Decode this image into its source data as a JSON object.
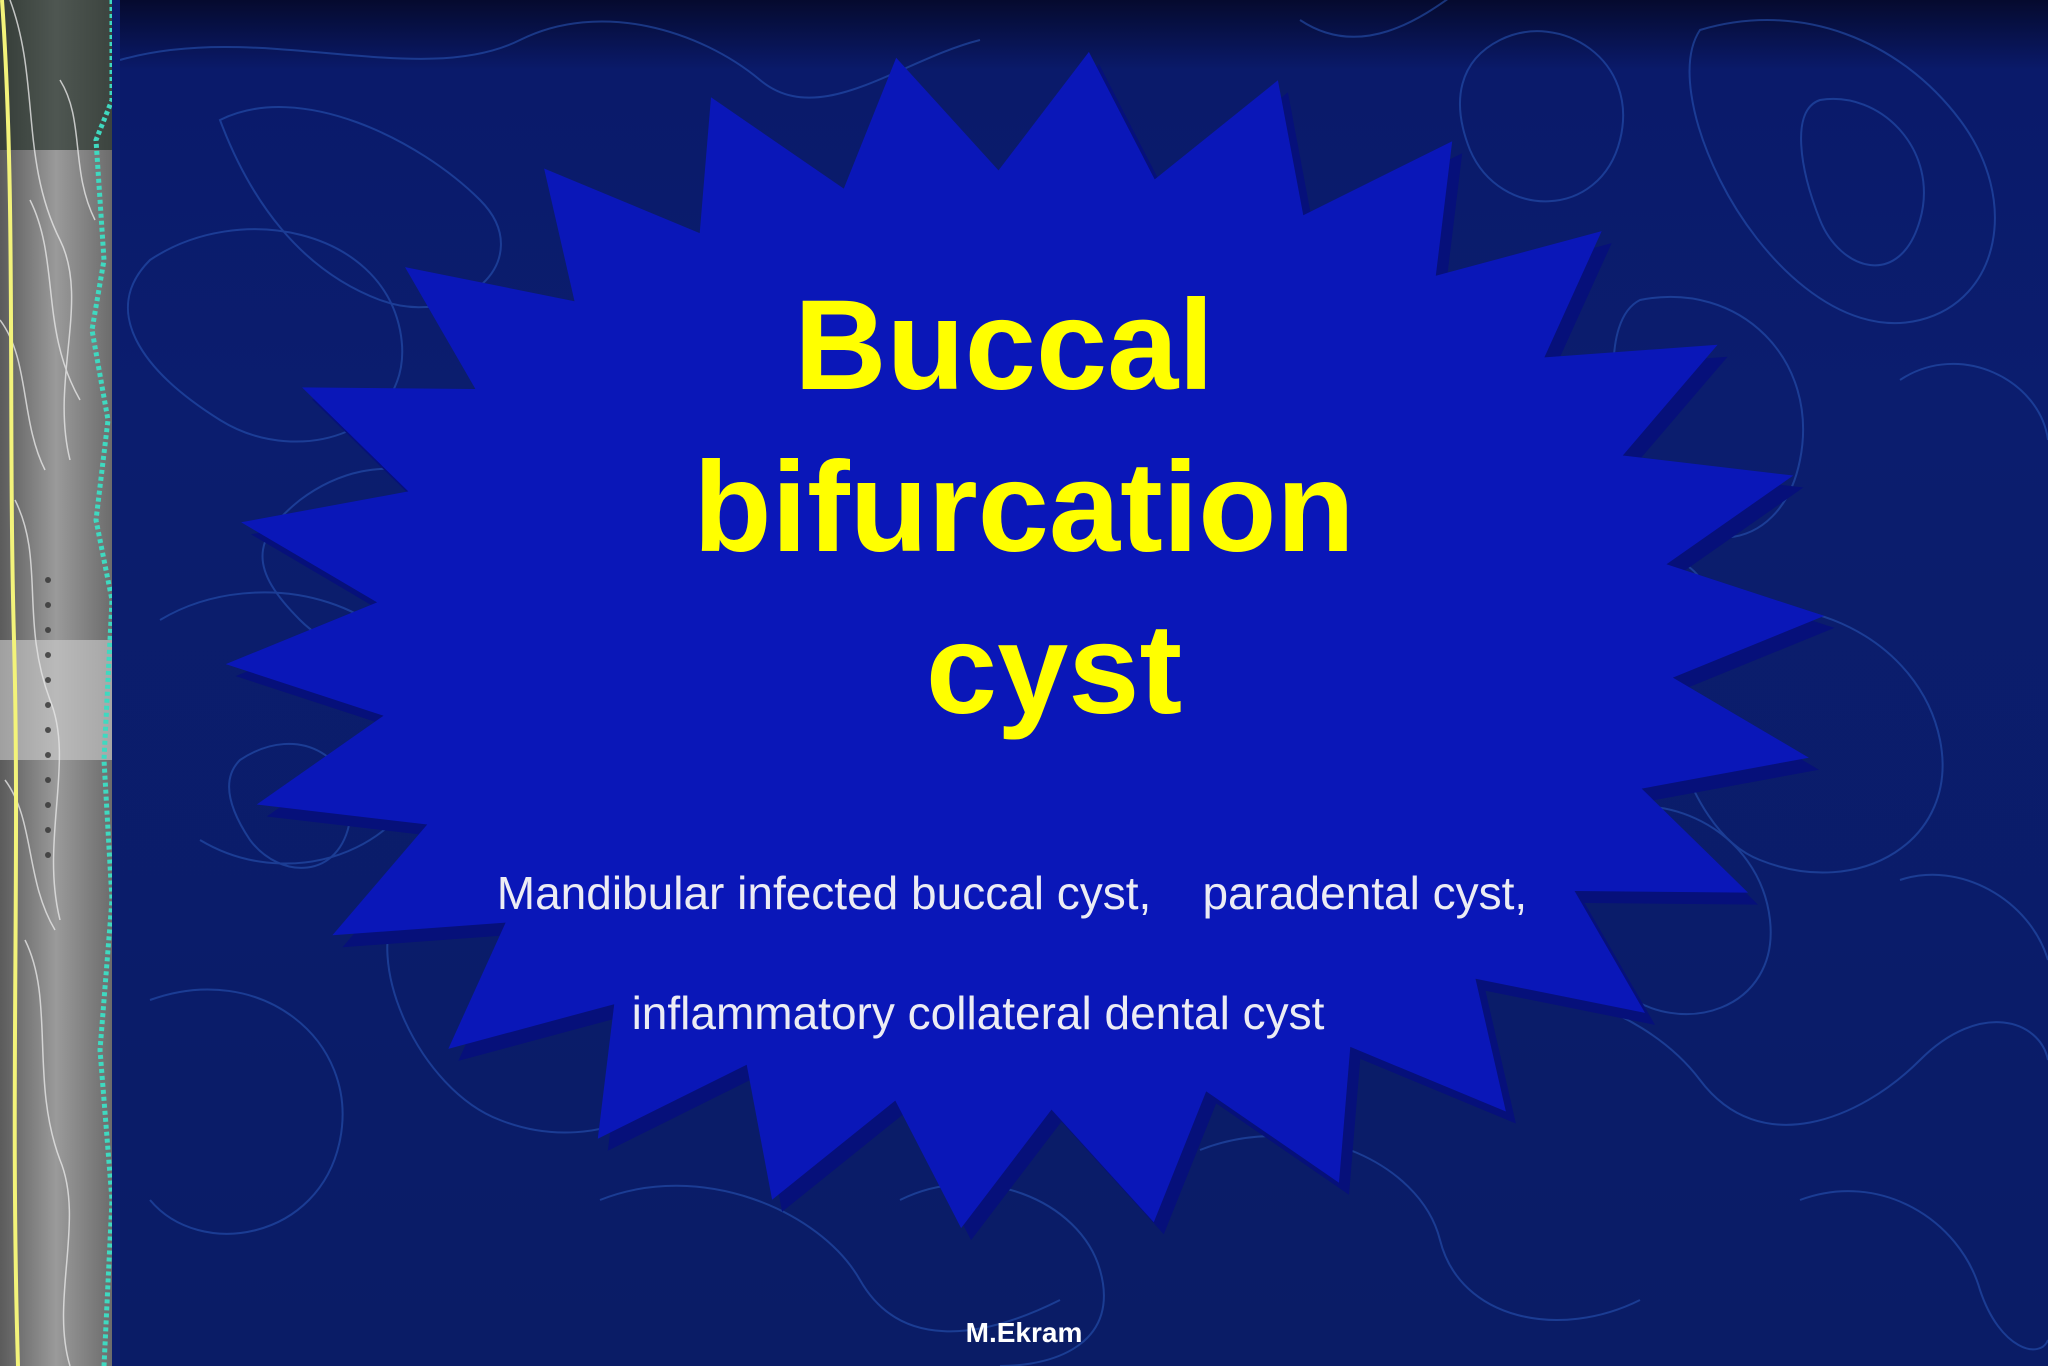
{
  "slide": {
    "title_lines": [
      "Buccal",
      "bifurcation",
      "cyst"
    ],
    "subtitle_lines": [
      "Mandibular infected buccal cyst,    paradental cyst,",
      "inflammatory collateral dental cyst"
    ],
    "author": "M.Ekram"
  },
  "colors": {
    "background": "#0b1d6e",
    "starburst": "#0a17b8",
    "title": "#ffff00",
    "subtitle": "#ececf4",
    "contour_lines": "#2a58b8",
    "map_border": "#3fd9c0"
  }
}
